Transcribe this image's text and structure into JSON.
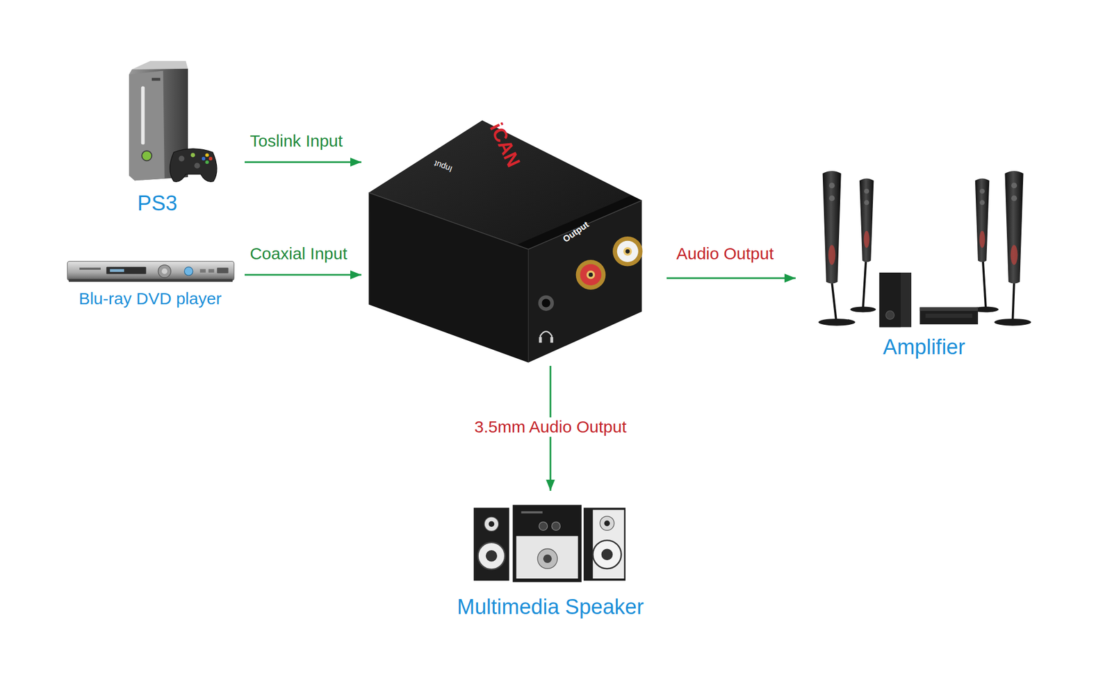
{
  "diagram": {
    "nodes": [
      {
        "text": [
          "PS3"
        ]
      },
      {
        "text": [
          "Blu-ray DVD player"
        ]
      },
      {
        "text": [
          "iCAN",
          "Input",
          "Output"
        ]
      },
      {
        "text": [
          "Amplifier"
        ]
      },
      {
        "text": [
          "Multimedia Speaker"
        ]
      }
    ],
    "edges": [
      {
        "from": 0,
        "to": 2,
        "label": "Toslink Input",
        "arrow": "to"
      },
      {
        "from": 1,
        "to": 2,
        "label": "Coaxial Input",
        "arrow": "to"
      },
      {
        "from": 2,
        "to": 3,
        "label": "Audio Output",
        "arrow": "to"
      },
      {
        "from": 2,
        "to": 4,
        "label": "3.5mm Audio Output",
        "arrow": "to"
      }
    ]
  }
}
